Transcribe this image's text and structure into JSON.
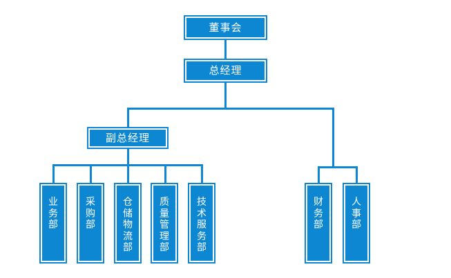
{
  "diagram": {
    "title": "organization-chart",
    "accent_color": "#0d87d1",
    "text_color": "#ffffff",
    "background_color": "#ffffff",
    "orientation": "top-down",
    "nodes": {
      "board": {
        "label": "董事会",
        "level": 0
      },
      "general_manager": {
        "label": "总经理",
        "level": 1
      },
      "deputy_general_manager": {
        "label": "副总经理",
        "level": 2
      },
      "business": {
        "label": "业务部",
        "level": 3,
        "branch": "left"
      },
      "purchasing": {
        "label": "采购部",
        "level": 3,
        "branch": "left"
      },
      "warehouse_logistics": {
        "label": "仓储物流部",
        "level": 3,
        "branch": "left"
      },
      "quality_management": {
        "label": "质量管理部",
        "level": 3,
        "branch": "left"
      },
      "technical_service": {
        "label": "技术服务部",
        "level": 3,
        "branch": "left"
      },
      "finance": {
        "label": "财务部",
        "level": 3,
        "branch": "right"
      },
      "human_resources": {
        "label": "人事部",
        "level": 3,
        "branch": "right"
      }
    },
    "edges": [
      {
        "from": "board",
        "to": "general_manager"
      },
      {
        "from": "general_manager",
        "to": "deputy_general_manager"
      },
      {
        "from": "general_manager",
        "to": "finance"
      },
      {
        "from": "general_manager",
        "to": "human_resources"
      },
      {
        "from": "deputy_general_manager",
        "to": "business"
      },
      {
        "from": "deputy_general_manager",
        "to": "purchasing"
      },
      {
        "from": "deputy_general_manager",
        "to": "warehouse_logistics"
      },
      {
        "from": "deputy_general_manager",
        "to": "quality_management"
      },
      {
        "from": "deputy_general_manager",
        "to": "technical_service"
      }
    ]
  }
}
